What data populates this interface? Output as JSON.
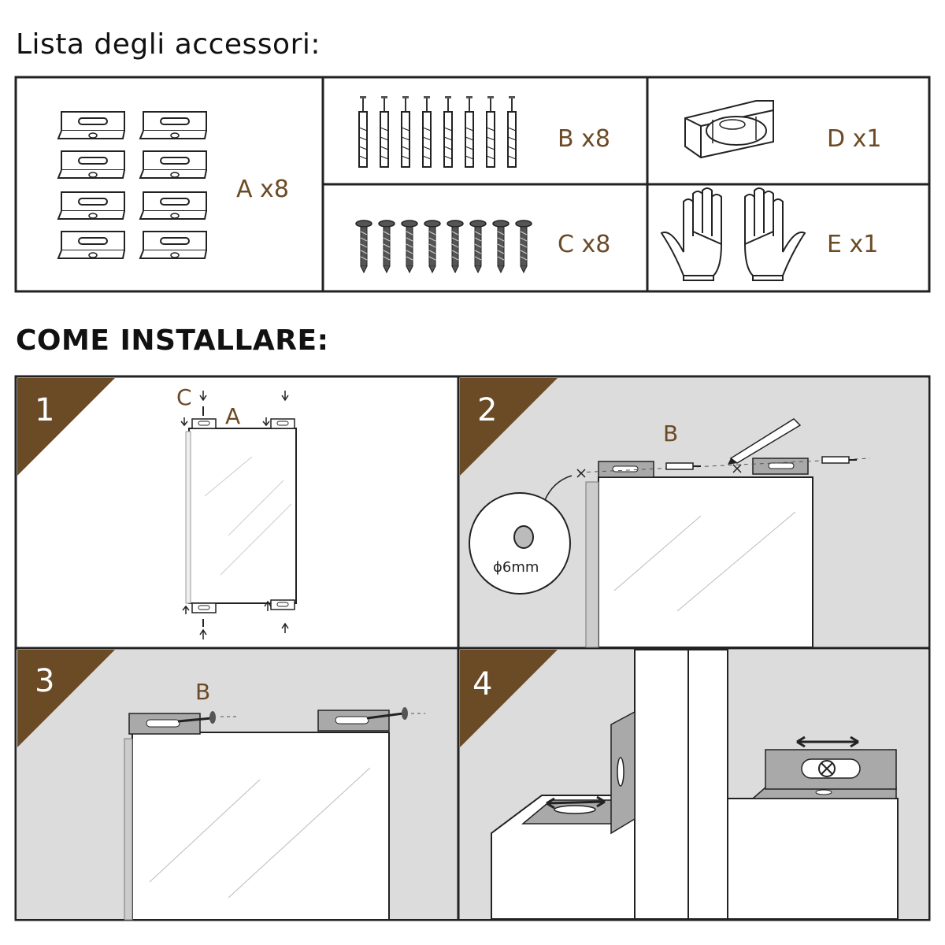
{
  "header": {
    "accessories_title": "Lista degli accessori:",
    "install_title": "COME INSTALLARE:"
  },
  "accessories": [
    {
      "id": "A",
      "label": "A x8",
      "part": "bracket"
    },
    {
      "id": "B",
      "label": "B x8",
      "part": "wall-plug-screw"
    },
    {
      "id": "C",
      "label": "C x8",
      "part": "screw"
    },
    {
      "id": "D",
      "label": "D x1",
      "part": "spirit-level"
    },
    {
      "id": "E",
      "label": "E x1",
      "part": "gloves"
    }
  ],
  "steps": [
    {
      "number": "1",
      "labels": {
        "c": "C",
        "a": "A"
      }
    },
    {
      "number": "2",
      "labels": {
        "b": "B",
        "hole": "ϕ6mm"
      }
    },
    {
      "number": "3",
      "labels": {
        "b": "B"
      }
    },
    {
      "number": "4"
    }
  ],
  "colors": {
    "accent_brown": "#6b4a26",
    "panel_gray": "#dcdcdc",
    "bracket_gray": "#a9a9a9",
    "border": "#222222"
  }
}
